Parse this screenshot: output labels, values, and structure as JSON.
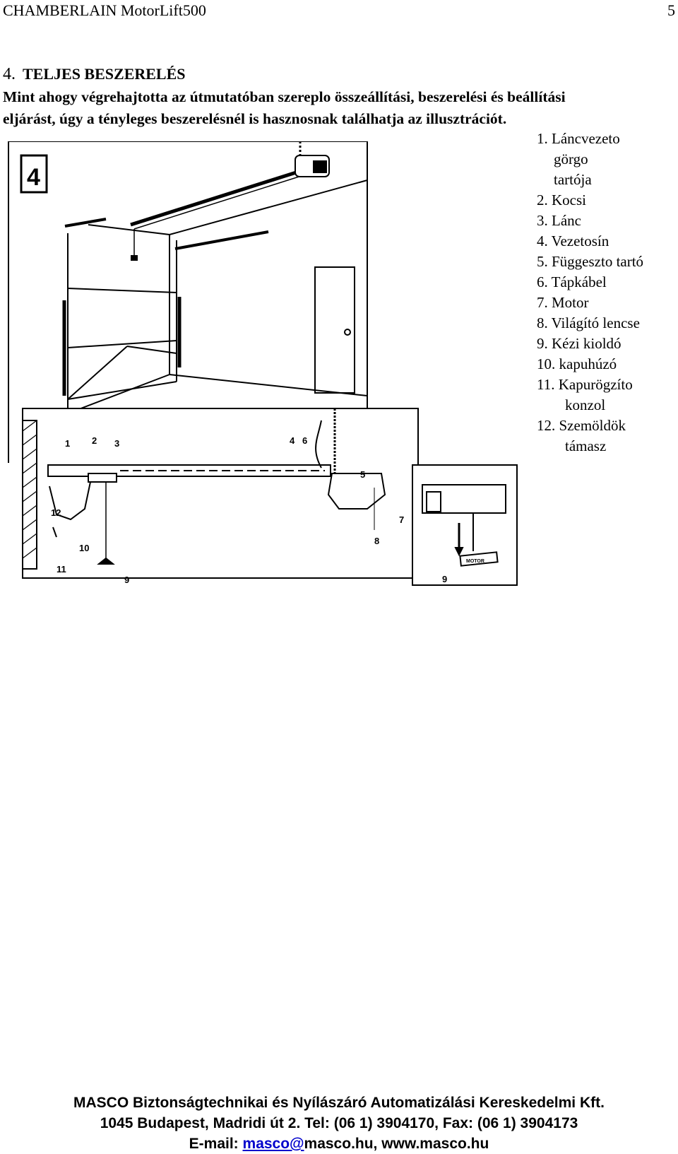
{
  "header": {
    "title": "CHAMBERLAIN MotorLift500",
    "page_number": "5"
  },
  "section": {
    "number": "4.",
    "title": "TELJES BESZERELÉS",
    "intro_line1": "Mint ahogy végrehajtotta az útmutatóban szereplo összeállítási, beszerelési és beállítási",
    "intro_line2": "eljárást, úgy a tényleges beszerelésnél is hasznosnak találhatja az illusztrációt."
  },
  "figure": {
    "step_badge": "4",
    "callouts": [
      "1",
      "2",
      "3",
      "4",
      "5",
      "6",
      "7",
      "8",
      "9",
      "10",
      "11",
      "12"
    ],
    "release_tag": "MOTOR"
  },
  "legend": [
    {
      "lines": [
        "1. Láncvezeto",
        "görgo",
        "tartója"
      ]
    },
    {
      "lines": [
        "2. Kocsi"
      ]
    },
    {
      "lines": [
        "3. Lánc"
      ]
    },
    {
      "lines": [
        "4.  Vezetosín"
      ]
    },
    {
      "lines": [
        "5.  Függeszto tartó"
      ]
    },
    {
      "lines": [
        "6.  Tápkábel"
      ]
    },
    {
      "lines": [
        "7.  Motor"
      ]
    },
    {
      "lines": [
        "8.  Világító lencse"
      ]
    },
    {
      "lines": [
        "9.  Kézi kioldó"
      ]
    },
    {
      "lines": [
        "10. kapuhúzó"
      ]
    },
    {
      "lines": [
        "11. Kapurögzíto",
        "konzol"
      ]
    },
    {
      "lines": [
        "12. Szemöldök",
        "támasz"
      ]
    }
  ],
  "footer": {
    "line1": "MASCO Biztonságtechnikai és Nyílászáró Automatizálási Kereskedelmi Kft.",
    "line2": "1045 Budapest, Madridi út 2. Tel: (06 1) 3904170, Fax: (06 1) 3904173",
    "email_label": "E-mail:",
    "email_link": "masco@",
    "email_rest": "masco.hu, www.masco.hu"
  }
}
